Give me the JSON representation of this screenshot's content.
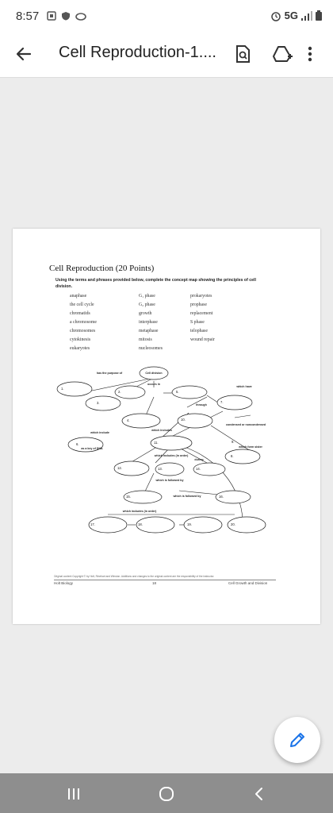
{
  "status": {
    "time": "8:57",
    "network": "5G"
  },
  "appbar": {
    "title": "Cell Reproduction-1...."
  },
  "doc": {
    "heading": "Cell Reproduction (20 Points)",
    "instructions": "Using the terms and phrases provided below, complete the concept map showing the principles of cell division.",
    "terms_col1": [
      "anaphase",
      "the cell cycle",
      "chromatids",
      "a chromosome",
      "chromosomes",
      "cytokinesis",
      "eukaryotes"
    ],
    "terms_col2": [
      "G₁ phase",
      "G₂ phase",
      "growth",
      "interphase",
      "metaphase",
      "mitosis",
      "nucleosomes"
    ],
    "terms_col3": [
      "prokaryotes",
      "prophase",
      "replacement",
      "S phase",
      "telophase",
      "wound repair"
    ],
    "map": {
      "center": "Cell division",
      "links": {
        "has_purpose": "has the purpose of",
        "occurs_in": "occurs in",
        "which_have": "which have",
        "through": "through",
        "which_includes": "which includes",
        "which_include": "which include",
        "condensed": "condensed or noncondensed",
        "as_key": "as a key of DNA",
        "includes_order": "which includes (in order)",
        "which_form": "which form sister",
        "during": "during",
        "followed_by": "which is followed by",
        "followed_by2": "which is followed by",
        "includes_order2": "which includes (in order)"
      },
      "numbers": [
        "1.",
        "2.",
        "3.",
        "4.",
        "5.",
        "6.",
        "7.",
        "8.",
        "9.",
        "10.",
        "11.",
        "12.",
        "13.",
        "14.",
        "15.",
        "16.",
        "17.",
        "18.",
        "19.",
        "20."
      ]
    },
    "copyright": "Original content Copyright © by Holt, Rinehart and Winston. Additions and changes to the original content are the responsibility of the instructor.",
    "footer_left": "Holt Biology",
    "footer_mid": "18",
    "footer_right": "Cell Growth and Division"
  }
}
